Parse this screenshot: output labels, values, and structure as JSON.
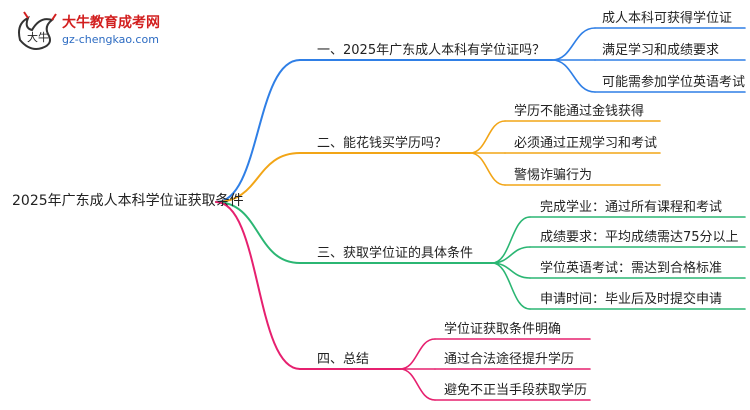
{
  "logo": {
    "title": "大牛教育成考网",
    "url": "gz-chengkao.com",
    "mark_text": "大牛"
  },
  "root": {
    "label": "2025年广东成人本科学位证获取条件"
  },
  "branches": [
    {
      "label": "一、2025年广东成人本科有学位证吗？",
      "color": "#2f7fe6",
      "leaves": [
        "成人本科可获得学位证",
        "满足学习和成绩要求",
        "可能需参加学位英语考试"
      ]
    },
    {
      "label": "二、能花钱买学历吗？",
      "color": "#f2a516",
      "leaves": [
        "学历不能通过金钱获得",
        "必须通过正规学习和考试",
        "警惕诈骗行为"
      ]
    },
    {
      "label": "三、获取学位证的具体条件",
      "color": "#2bb673",
      "leaves": [
        "完成学业：通过所有课程和考试",
        "成绩要求：平均成绩需达75分以上",
        "学位英语考试：需达到合格标准",
        "申请时间：毕业后及时提交申请"
      ]
    },
    {
      "label": "四、总结",
      "color": "#e6206f",
      "leaves": [
        "学位证获取条件明确",
        "通过合法途径提升学历",
        "避免不正当手段获取学历"
      ]
    }
  ]
}
